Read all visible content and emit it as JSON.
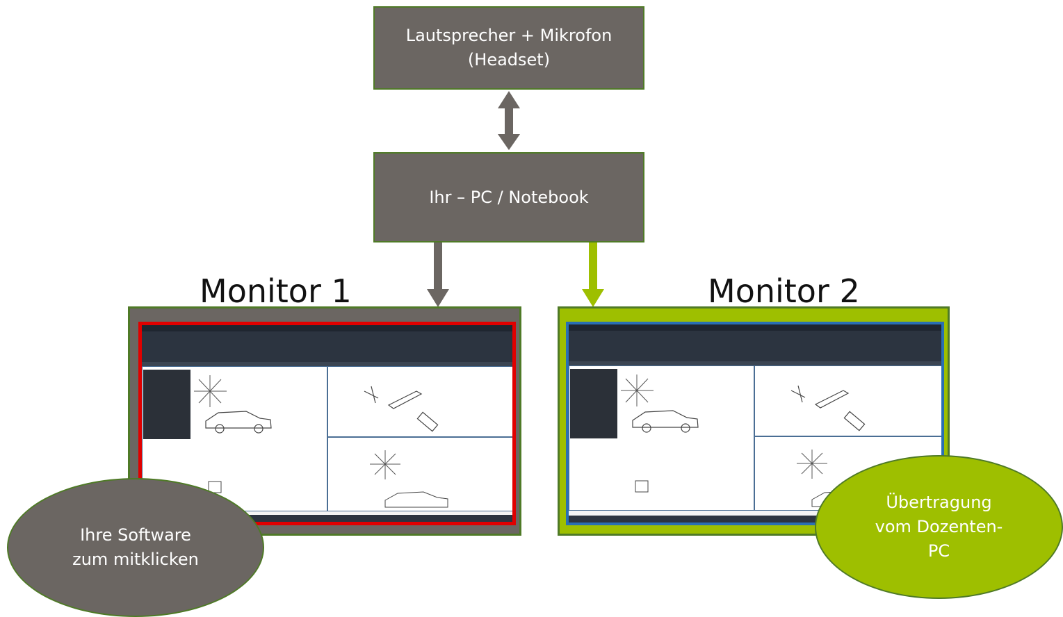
{
  "nodes": {
    "headset": "Lautsprecher + Mikrofon\n(Headset)",
    "pc": "Ihr – PC / Notebook"
  },
  "monitors": {
    "monitor1_title": "Monitor 1",
    "monitor2_title": "Monitor 2"
  },
  "callouts": {
    "left": "Ihre Software\nzum mitklicken",
    "right": "Übertragung\nvom Dozenten-\nPC"
  },
  "colors": {
    "box_fill": "#6b6662",
    "box_border": "#4f7a27",
    "accent_green": "#9ebf00",
    "arrow_gray": "#6b6662",
    "arrow_green": "#9ebf00",
    "monitor1_frame": "#e00000",
    "monitor2_frame": "#2a6fb3"
  }
}
